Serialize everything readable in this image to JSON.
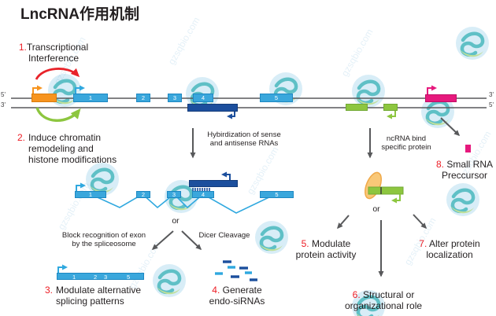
{
  "title": "LncRNA作用机制",
  "watermark_text": "gzsqbio.com",
  "strand_ends": {
    "top_left": "5'",
    "bottom_left": "3'",
    "top_right": "3'",
    "bottom_right": "5'"
  },
  "exon_labels": [
    "1",
    "2",
    "3",
    "4",
    "5"
  ],
  "spliced_exon_labels": [
    "1",
    "2",
    "3",
    "5"
  ],
  "annotations": {
    "hybridization_line1": "Hybirdization of sense",
    "hybridization_line2": "and antisense RNAs",
    "ncrna_line1": "ncRNA bind",
    "ncrna_line2": "specific protein",
    "block_line1": "Block recognition of exon",
    "block_line2": "by the spliceosome",
    "dicer": "Dicer Cleavage",
    "or_splice": "or",
    "or_protein": "or"
  },
  "items": {
    "i1": {
      "num": "1.",
      "line1": "Transcriptional",
      "line2": "Interference"
    },
    "i2": {
      "num": "2.",
      "line1": "Induce chromatin",
      "line2": "remodeling and",
      "line3": "histone modifications"
    },
    "i3": {
      "num": "3.",
      "line1": "Modulate alternative",
      "line2": "splicing patterns"
    },
    "i4": {
      "num": "4.",
      "line1": "Generate",
      "line2": "endo-siRNAs"
    },
    "i5": {
      "num": "5.",
      "line1": "Modulate",
      "line2": "protein activity"
    },
    "i6": {
      "num": "6.",
      "line1": "Structural or",
      "line2": "organizational role"
    },
    "i7": {
      "num": "7.",
      "line1": "Alter protein",
      "line2": "localization"
    },
    "i8": {
      "num": "8.",
      "line1": "Small RNA",
      "line2": "Preccursor"
    }
  },
  "colors": {
    "exon_blue": "#3AA7DC",
    "antisense_dark_blue": "#1C4F9D",
    "promoter_orange": "#F7941E",
    "lncrna_pink": "#E6197D",
    "ncrna_green": "#8DC63F",
    "protein_tan": "#F9C878",
    "arrow_gray": "#58595B",
    "accent_red": "#ED1C24"
  }
}
